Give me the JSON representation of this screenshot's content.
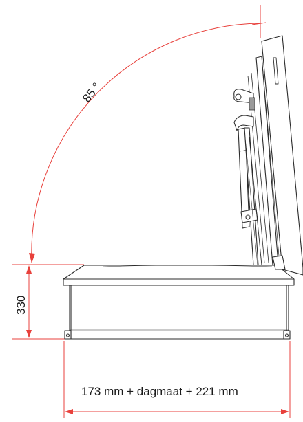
{
  "dimensions": {
    "angle_label": "85 °",
    "height_label": "330",
    "width_label": "173 mm + dagmaat + 221 mm"
  },
  "colors": {
    "dimension_line": "#e8413c",
    "outline": "#2b2b2b"
  }
}
